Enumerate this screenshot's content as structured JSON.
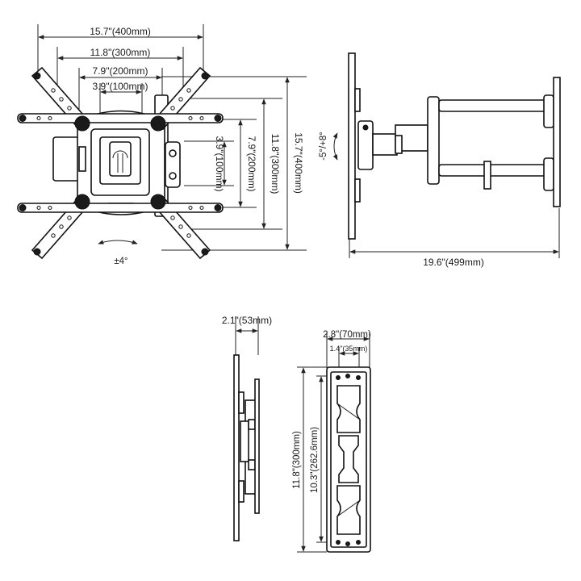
{
  "front_view": {
    "width_400": "15.7\"(400mm)",
    "width_300": "11.8\"(300mm)",
    "width_200": "7.9\"(200mm)",
    "width_100": "3.9\"(100mm)",
    "height_100": "3.9\"(100mm)",
    "height_200": "7.9\"(200mm)",
    "height_300": "11.8\"(300mm)",
    "height_400": "15.7\"(400mm)",
    "swivel": "±4°"
  },
  "side_view": {
    "tilt": "-5°/+8°",
    "depth": "19.6\"(499mm)"
  },
  "profile_view": {
    "thickness": "2.1\"(53mm)"
  },
  "wall_plate_view": {
    "width_outer": "2.8\"(70mm)",
    "width_inner": "1.4\"(35mm)",
    "height_outer": "11.8\"(300mm)",
    "height_inner": "10.3\"(262.6mm)"
  },
  "colors": {
    "line": "#111111",
    "background": "#ffffff"
  }
}
